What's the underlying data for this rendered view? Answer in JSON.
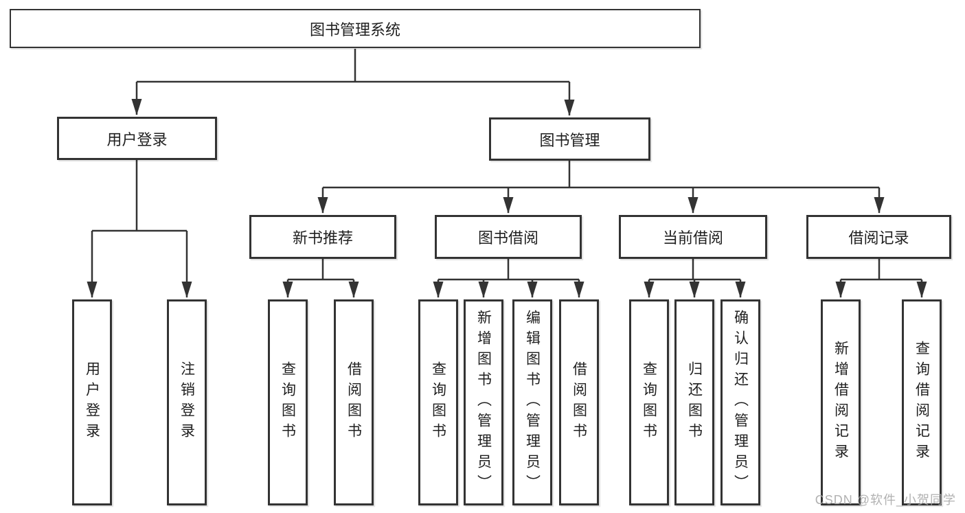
{
  "diagram": {
    "root": {
      "label": "图书管理系统"
    },
    "level2": [
      {
        "label": "用户登录"
      },
      {
        "label": "图书管理"
      }
    ],
    "level3": [
      {
        "label": "新书推荐"
      },
      {
        "label": "图书借阅"
      },
      {
        "label": "当前借阅"
      },
      {
        "label": "借阅记录"
      }
    ],
    "leaves": {
      "userLogin": [
        "用户登录",
        "注销登录"
      ],
      "newBook": [
        "查询图书",
        "借阅图书"
      ],
      "bookBorrow": [
        "查询图书",
        "新增图书（管理员）",
        "编辑图书（管理员）",
        "借阅图书"
      ],
      "currentBorrow": [
        "查询图书",
        "归还图书",
        "确认归还（管理员）"
      ],
      "borrowRecord": [
        "新增借阅记录",
        "查询借阅记录"
      ]
    },
    "colors": {
      "line": "#333333",
      "text": "#1f1f1f",
      "background": "#ffffff"
    }
  },
  "watermark": {
    "text": "CSDN @软件_小贺同学",
    "color": "#a9a9a9"
  }
}
